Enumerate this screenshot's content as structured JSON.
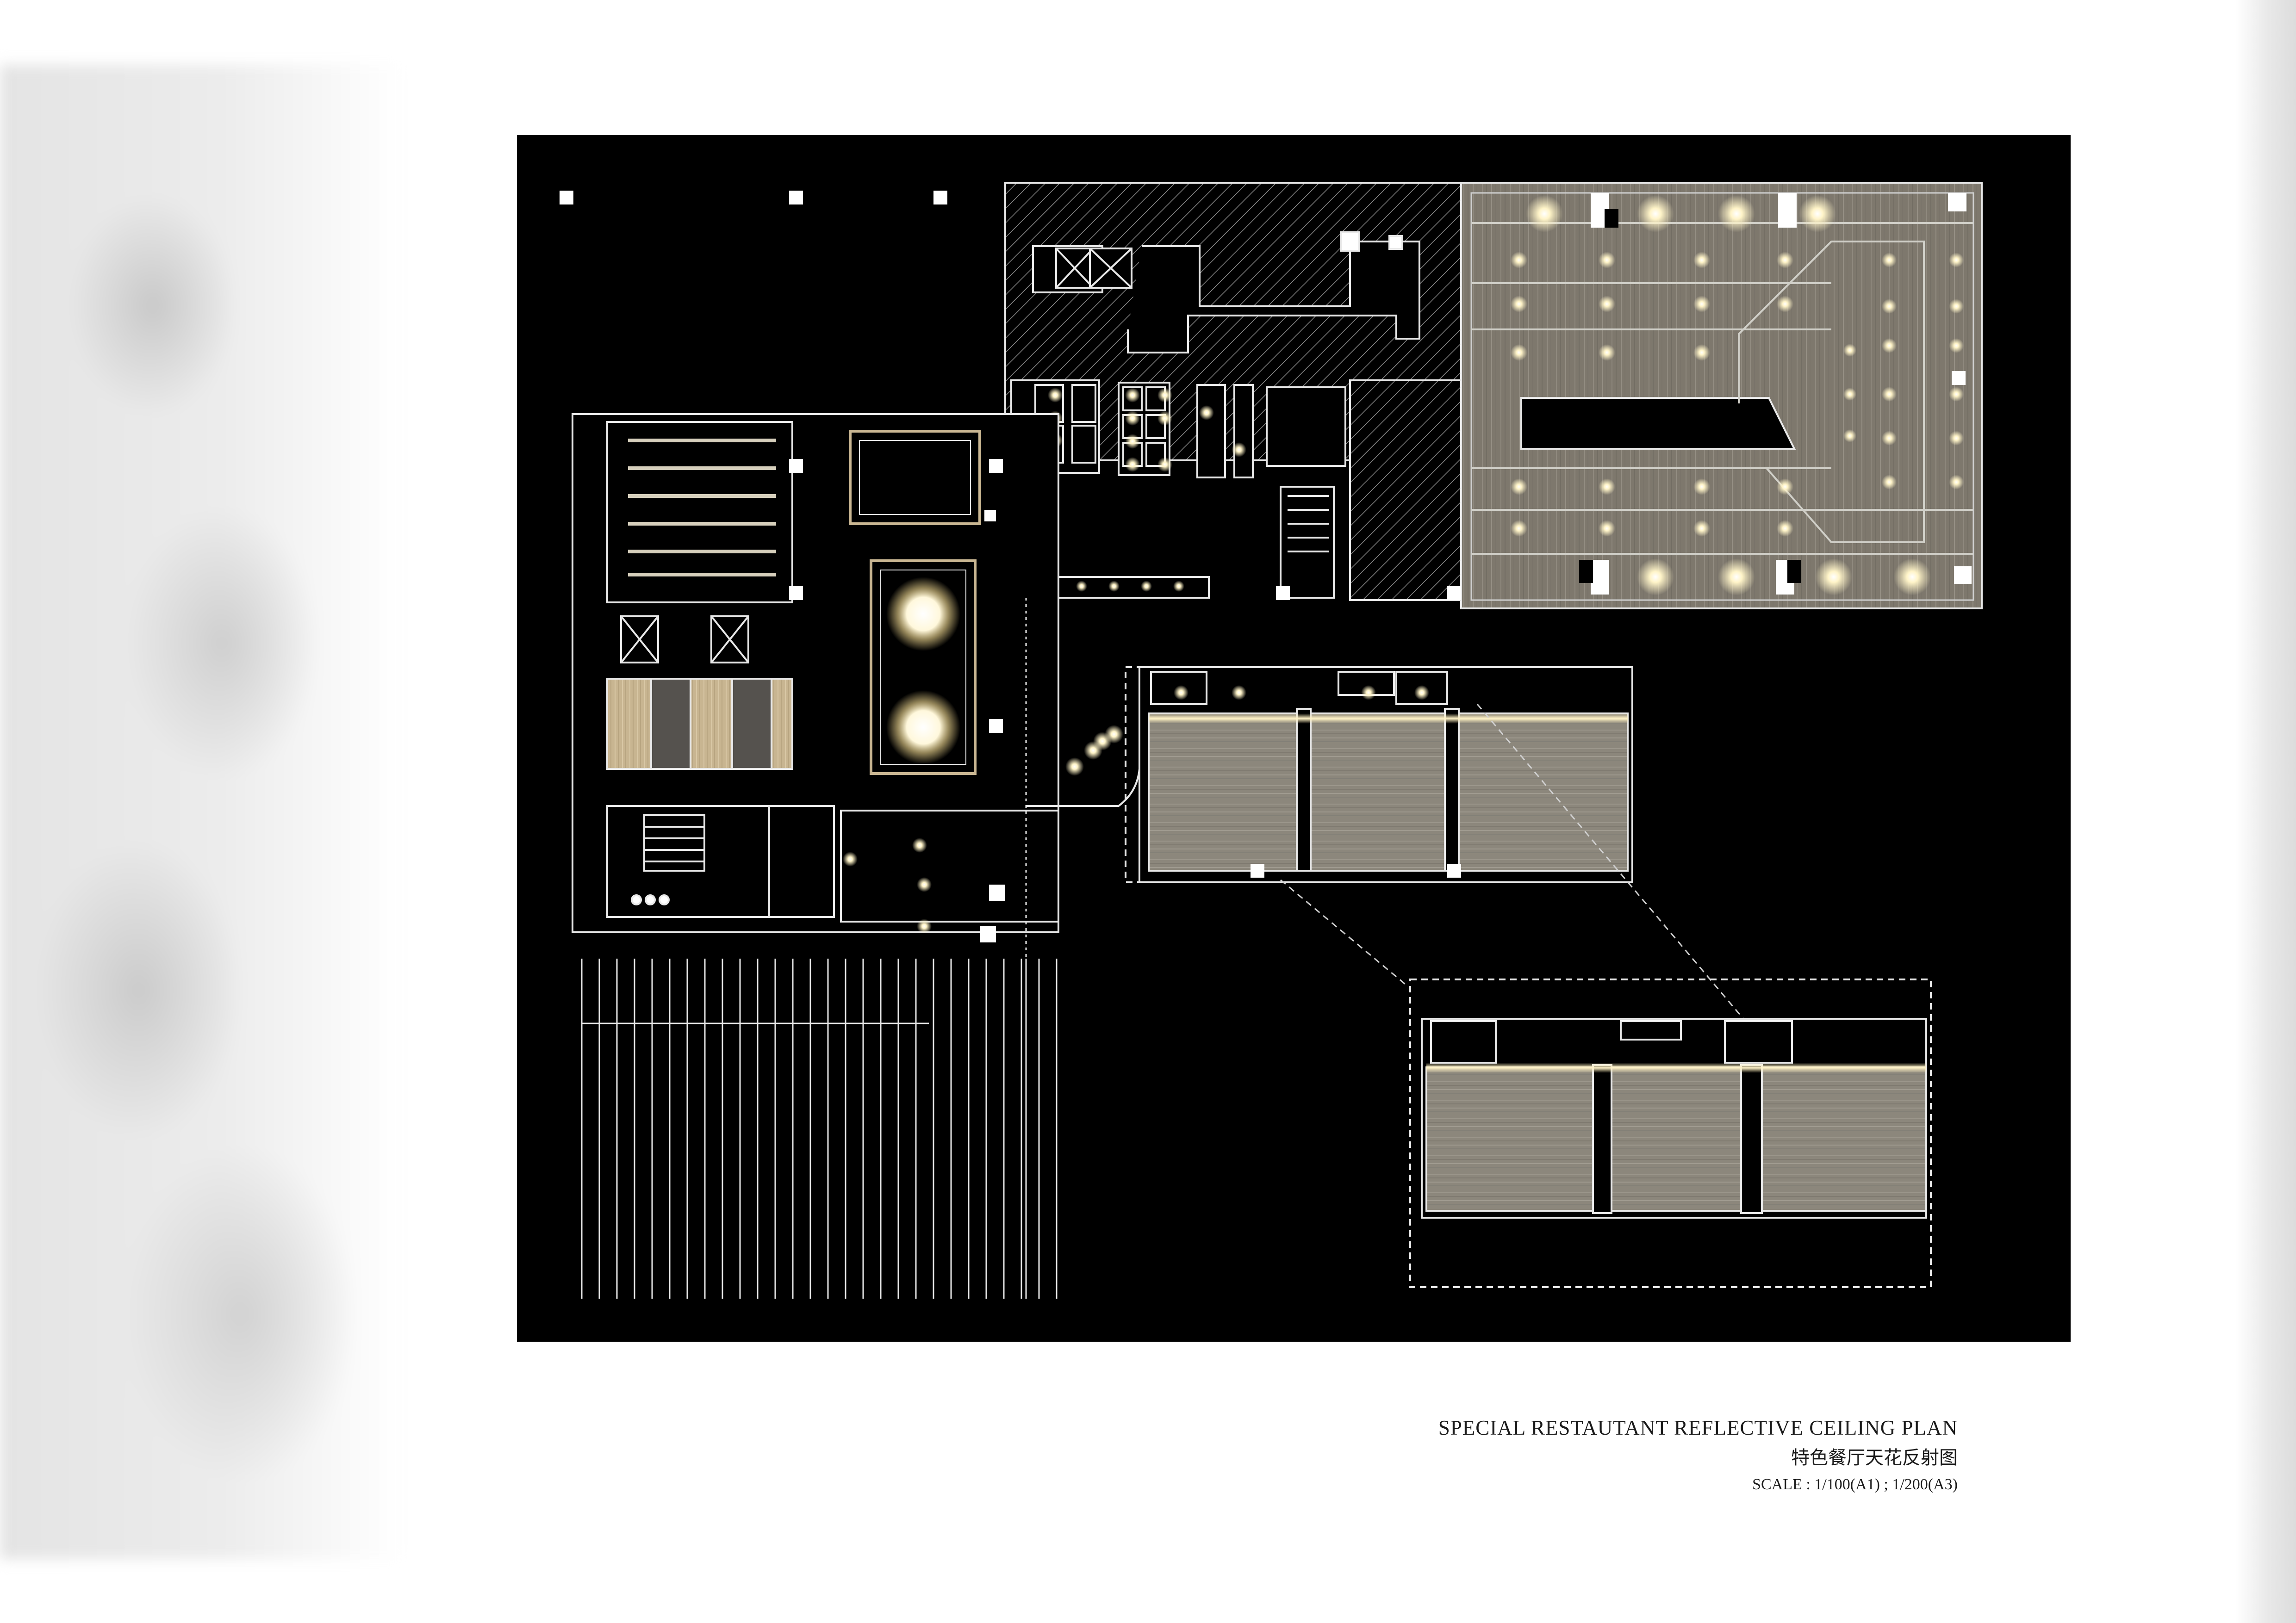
{
  "title_en": "SPECIAL  RESTAUTANT REFLECTIVE CEILING PLAN",
  "title_cn": "特色餐厅天花反射图",
  "scale": "SCALE : 1/100(A1) ; 1/200(A3)",
  "colors": {
    "board": "#000000",
    "linework": "#e8e8e8",
    "wood_ceiling": "#8e887c",
    "warm_floor": "#c9b692",
    "light_glow": "#fff4c8"
  }
}
